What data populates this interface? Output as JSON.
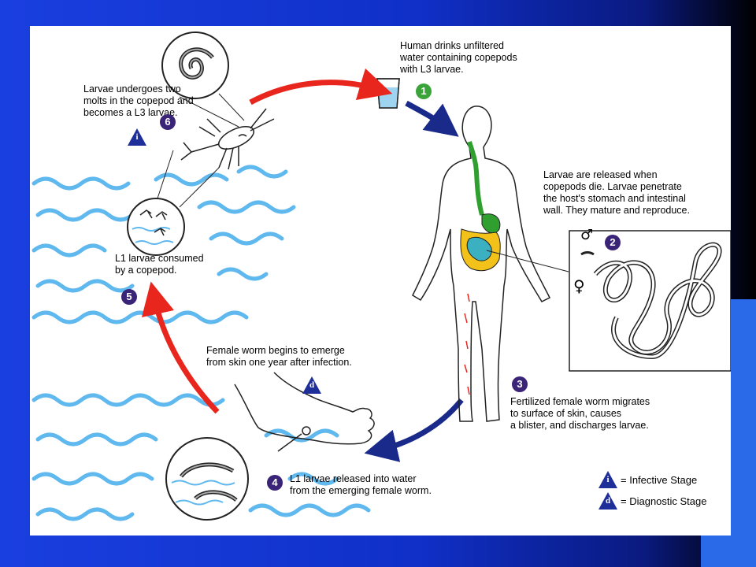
{
  "colors": {
    "water": "#5fb8ee",
    "arrow_red": "#e8261e",
    "arrow_blue": "#1a2a8a",
    "badge_purple": "#3a2478",
    "badge_green": "#3aa43a",
    "gut_green": "#2fa02f",
    "gut_yellow": "#f2c21a",
    "gut_teal": "#3ab0c0"
  },
  "steps": [
    {
      "number": "1",
      "text": "Human drinks unfiltered\nwater containing copepods\nwith L3 larvae."
    },
    {
      "number": "2",
      "text": "Larvae are released when\ncopepods die.  Larvae penetrate\nthe host's stomach and intestinal\nwall.  They mature and reproduce."
    },
    {
      "number": "3",
      "text": "Fertilized female worm migrates\nto surface of skin, causes\na blister, and discharges larvae."
    },
    {
      "number": "4",
      "text": "L1 larvae released into water\nfrom the emerging female worm."
    },
    {
      "number": "5",
      "text": "L1 larvae consumed\nby a copepod."
    },
    {
      "number": "6",
      "text": "Larvae undergoes two\nmolts in the copepod and\nbecomes a L3 larvae."
    }
  ],
  "emerge_text": "Female worm begins to emerge\nfrom skin one year after infection.",
  "stage_markers": {
    "infective": "i",
    "diagnostic": "d"
  },
  "sex_symbols": {
    "male": "♂",
    "female": "♀"
  },
  "legend": [
    {
      "symbol": "i",
      "label": "= Infective Stage"
    },
    {
      "symbol": "d",
      "label": "= Diagnostic Stage"
    }
  ]
}
